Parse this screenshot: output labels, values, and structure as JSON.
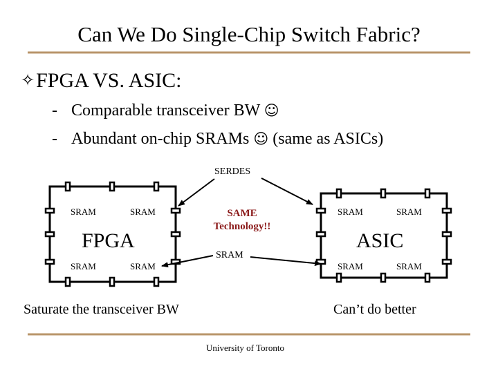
{
  "slide": {
    "title": "Can We Do Single-Chip Switch Fabric?",
    "bullet": {
      "marker": "✧",
      "text": "FPGA VS. ASIC:"
    },
    "sub_bullets": [
      {
        "dash": "-",
        "text": "Comparable transceiver BW",
        "emoji": "☺",
        "suffix": ""
      },
      {
        "dash": "-",
        "text": "Abundant on-chip SRAMs",
        "emoji": "☺",
        "suffix": "(same as ASICs)"
      }
    ],
    "rule_color": "#b8956a"
  },
  "diagram": {
    "serdes_label": "SERDES",
    "same_tech_label_line1": "SAME",
    "same_tech_label_line2": "Technology!!",
    "same_tech_color": "#8b1a1a",
    "sram_label": "SRAM",
    "fpga": {
      "name": "FPGA",
      "srams": [
        "SRAM",
        "SRAM",
        "SRAM",
        "SRAM"
      ],
      "caption": "Saturate the transceiver BW"
    },
    "asic": {
      "name": "ASIC",
      "srams": [
        "SRAM",
        "SRAM",
        "SRAM",
        "SRAM"
      ],
      "caption": "Can’t do better"
    }
  },
  "footer": "University of Toronto"
}
